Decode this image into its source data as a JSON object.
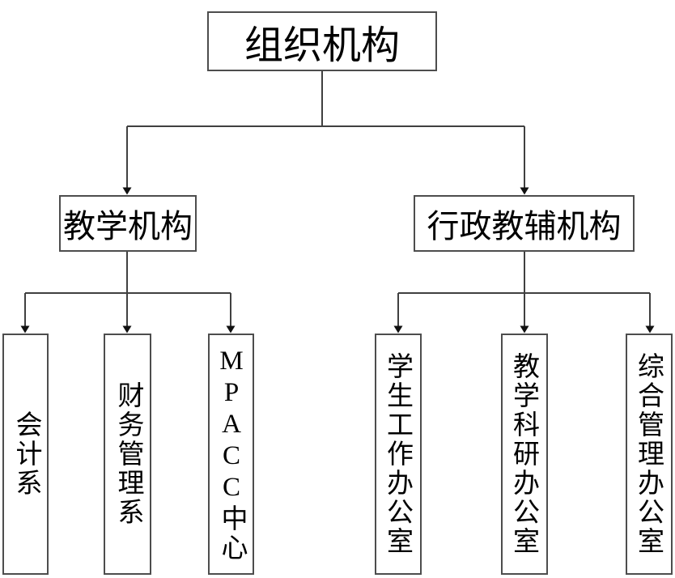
{
  "diagram": {
    "type": "org-chart",
    "root": {
      "label": "组织机构"
    },
    "branches": [
      {
        "label": "教学机构",
        "children": [
          {
            "label": "会计系"
          },
          {
            "label": "财务管理系"
          },
          {
            "label": "MPACC中心"
          }
        ]
      },
      {
        "label": "行政教辅机构",
        "children": [
          {
            "label": "学生工作办公室"
          },
          {
            "label": "教学科研办公室"
          },
          {
            "label": "综合管理办公室"
          }
        ]
      }
    ],
    "colors": {
      "background": "#ffffff",
      "box_border": "#4d4d4d",
      "connector_line": "#404040",
      "arrowhead": "#111111",
      "text": "#000000"
    }
  }
}
